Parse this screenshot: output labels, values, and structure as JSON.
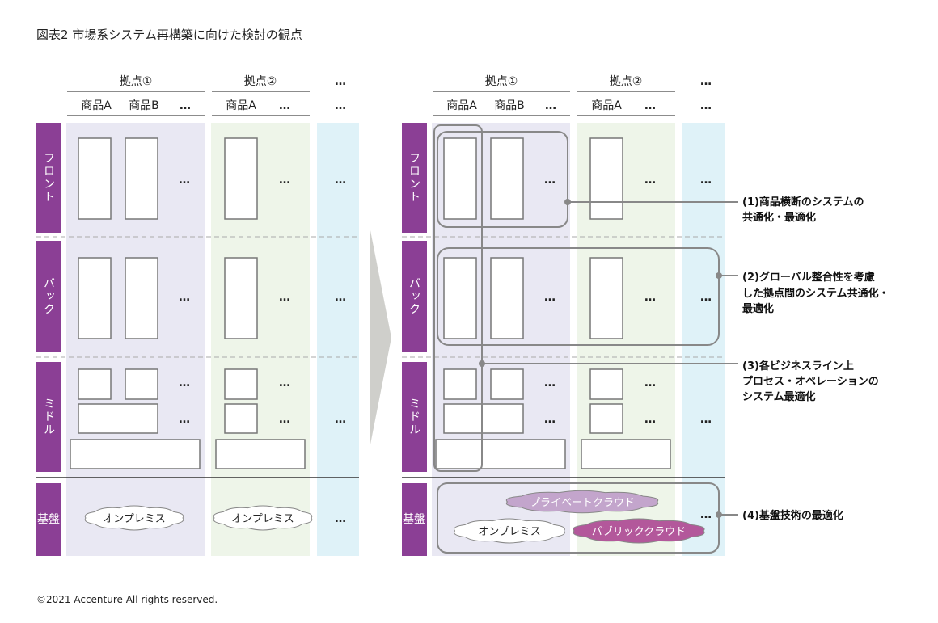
{
  "title": "図表2 市場系システム再構築に向けた検討の観点",
  "header": {
    "site1": "拠点①",
    "site2": "拠点②",
    "more": "…",
    "productA": "商品A",
    "productB": "商品B"
  },
  "layers": [
    "フロント",
    "バック",
    "ミドル",
    "基盤"
  ],
  "clouds": {
    "onprem": "オンプレミス",
    "private": "プライベートクラウド",
    "public": "パブリッククラウド"
  },
  "annotations": [
    [
      "(1)商品横断のシステムの",
      "共通化・最適化"
    ],
    [
      "(2)グローバル整合性を考慮",
      "した拠点間のシステム共通化・",
      "最適化"
    ],
    [
      "(3)各ビジネスライン上",
      "プロセス・オペレーションの",
      "システム最適化"
    ],
    [
      "(4)基盤技術の最適化"
    ]
  ],
  "footer": "©2021 Accenture All rights reserved.",
  "colors": {
    "purple": "#8b3f95",
    "site1_bg": "#e9e8f3",
    "site2_bg": "#eef5e9",
    "site3_bg": "#dff2f8",
    "private_cloud": "#c3a5cc",
    "public_cloud": "#b3589b"
  }
}
